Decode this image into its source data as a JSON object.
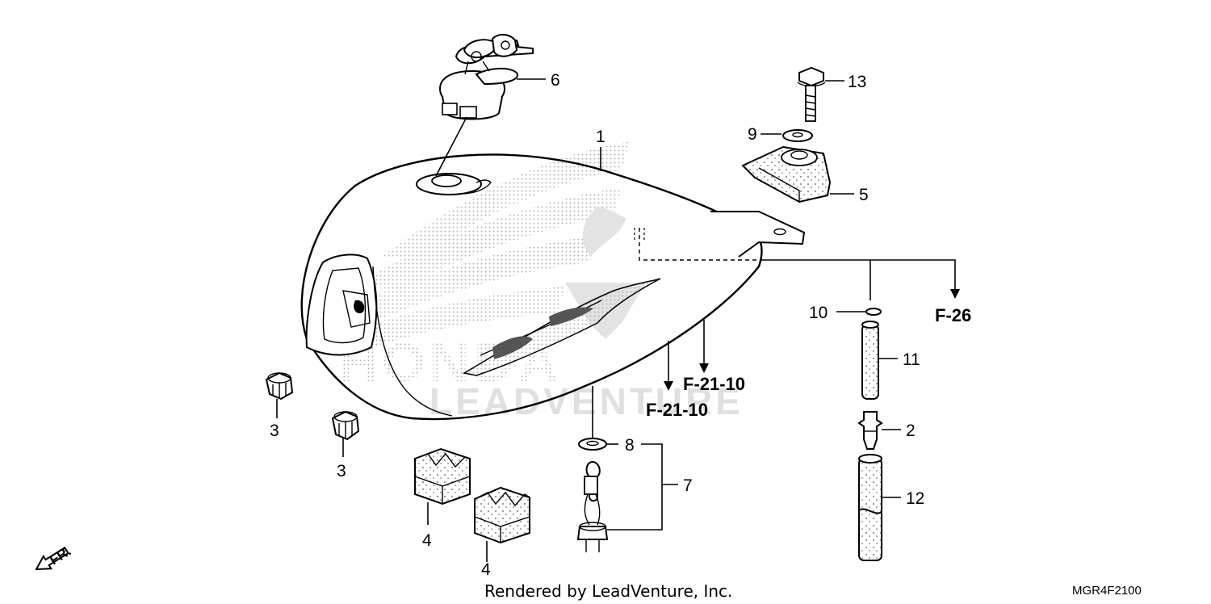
{
  "watermark": {
    "brand_text": "HONDA",
    "dealer_text": "LEADVENTURE"
  },
  "callouts": [
    {
      "id": "c1",
      "label": "1"
    },
    {
      "id": "c2",
      "label": "2"
    },
    {
      "id": "c3a",
      "label": "3"
    },
    {
      "id": "c3b",
      "label": "3"
    },
    {
      "id": "c4a",
      "label": "4"
    },
    {
      "id": "c4b",
      "label": "4"
    },
    {
      "id": "c5",
      "label": "5"
    },
    {
      "id": "c6",
      "label": "6"
    },
    {
      "id": "c7",
      "label": "7"
    },
    {
      "id": "c8",
      "label": "8"
    },
    {
      "id": "c9",
      "label": "9"
    },
    {
      "id": "c10",
      "label": "10"
    },
    {
      "id": "c11",
      "label": "11"
    },
    {
      "id": "c12",
      "label": "12"
    },
    {
      "id": "c13",
      "label": "13"
    }
  ],
  "references": [
    {
      "id": "ref-f26",
      "label": "F-26"
    },
    {
      "id": "ref-f2110-upper",
      "label": "F-21-10"
    },
    {
      "id": "ref-f2110-lower",
      "label": "F-21-10"
    }
  ],
  "front_indicator": "FR.",
  "footer": {
    "rendered_by": "Rendered by LeadVenture, Inc.",
    "diagram_code": "MGR4F2100"
  },
  "colors": {
    "line": "#000000",
    "watermark": "#d9d9d9",
    "stipple": "#b8b8b8"
  }
}
